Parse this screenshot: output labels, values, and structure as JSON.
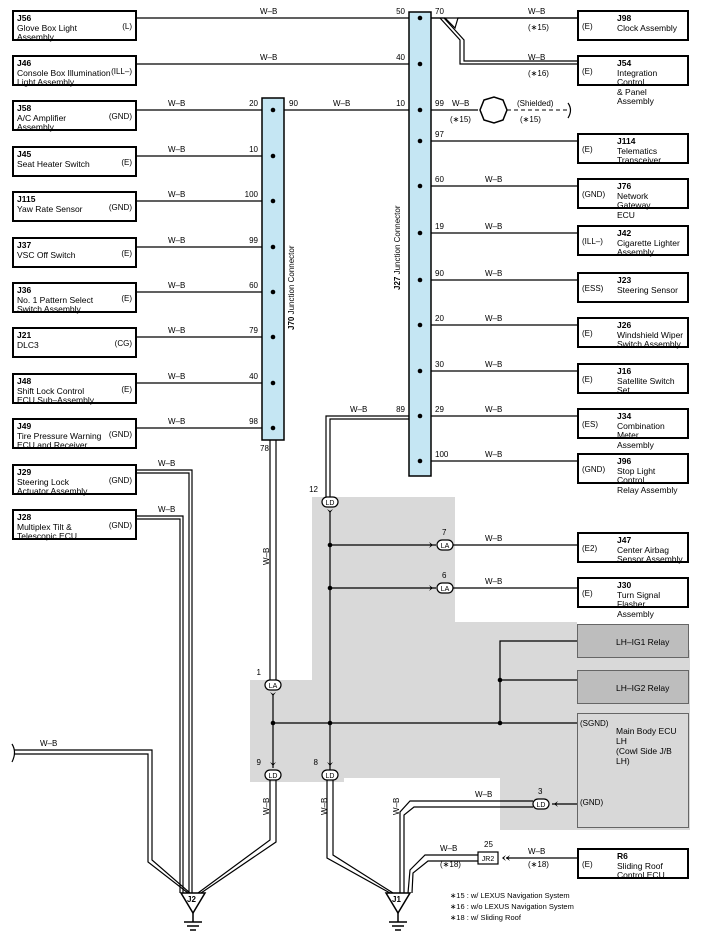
{
  "left_components": [
    {
      "id": "J56",
      "name": "Glove Box Light Assembly",
      "name_l1": "Glove Box Light",
      "name_l2": "Assembly",
      "pin": "(L)",
      "wire": "W–B"
    },
    {
      "id": "J46",
      "name_l1": "Console Box Illumination",
      "name_l2": "Light Assembly",
      "pin": "(ILL–)",
      "wire": "W–B"
    },
    {
      "id": "J58",
      "name_l1": "A/C Amplifier",
      "name_l2": "Assembly",
      "pin": "(GND)",
      "wire": "W–B"
    },
    {
      "id": "J45",
      "name_l1": "Seat Heater Switch",
      "name_l2": "",
      "pin": "(E)",
      "wire": "W–B"
    },
    {
      "id": "J115",
      "name_l1": "Yaw Rate Sensor",
      "name_l2": "",
      "pin": "(GND)",
      "wire": "W–B"
    },
    {
      "id": "J37",
      "name_l1": "VSC Off Switch",
      "name_l2": "",
      "pin": "(E)",
      "wire": "W–B"
    },
    {
      "id": "J36",
      "name_l1": "No. 1 Pattern Select",
      "name_l2": "Switch Assembly",
      "pin": "(E)",
      "wire": "W–B"
    },
    {
      "id": "J21",
      "name_l1": "DLC3",
      "name_l2": "",
      "pin": "(CG)",
      "wire": "W–B"
    },
    {
      "id": "J48",
      "name_l1": "Shift Lock Control",
      "name_l2": "ECU Sub–Assembly",
      "pin": "(E)",
      "wire": "W–B"
    },
    {
      "id": "J49",
      "name_l1": "Tire Pressure Warning",
      "name_l2": "ECU and Receiver",
      "pin": "(GND)",
      "wire": "W–B"
    },
    {
      "id": "J29",
      "name_l1": "Steering Lock",
      "name_l2": "Actuator Assembly",
      "pin": "(GND)",
      "wire": "W–B"
    },
    {
      "id": "J28",
      "name_l1": "Multiplex Tilt &",
      "name_l2": "Telescopic ECU",
      "pin": "(GND)",
      "wire": "W–B"
    }
  ],
  "right_components": [
    {
      "id": "J98",
      "name_l1": "Clock Assembly",
      "name_l2": "",
      "pin": "(E)",
      "wire": "W–B",
      "note": "(∗15)"
    },
    {
      "id": "J54",
      "name_l1": "Integration Control",
      "name_l2": "& Panel Assembly",
      "pin": "(E)",
      "wire": "W–B",
      "note": "(∗16)"
    },
    {
      "id": "J114",
      "name_l1": "Telematics",
      "name_l2": "Transceiver",
      "pin": "(E)",
      "wire": "",
      "note": ""
    },
    {
      "id": "J76",
      "name_l1": "Network Gateway",
      "name_l2": "ECU",
      "pin": "(GND)",
      "wire": "W–B",
      "note": ""
    },
    {
      "id": "J42",
      "name_l1": "Cigarette Lighter",
      "name_l2": "Assembly",
      "pin": "(ILL–)",
      "wire": "W–B",
      "note": ""
    },
    {
      "id": "J23",
      "name_l1": "Steering Sensor",
      "name_l2": "",
      "pin": "(ESS)",
      "wire": "W–B",
      "note": ""
    },
    {
      "id": "J26",
      "name_l1": "Windshield Wiper",
      "name_l2": "Switch Assembly",
      "pin": "(E)",
      "wire": "W–B",
      "note": ""
    },
    {
      "id": "J16",
      "name_l1": "Satellite Switch",
      "name_l2": "Set",
      "pin": "(E)",
      "wire": "W–B",
      "note": ""
    },
    {
      "id": "J34",
      "name_l1": "Combination Meter",
      "name_l2": "Assembly",
      "pin": "(ES)",
      "wire": "W–B",
      "note": ""
    },
    {
      "id": "J96",
      "name_l1": "Stop Light Control",
      "name_l2": "Relay Assembly",
      "pin": "(GND)",
      "wire": "W–B",
      "note": ""
    },
    {
      "id": "J47",
      "name_l1": "Center Airbag",
      "name_l2": "Sensor Assembly",
      "pin": "(E2)",
      "wire": "W–B",
      "note": ""
    },
    {
      "id": "J30",
      "name_l1": "Turn Signal",
      "name_l2": "Flasher Assembly",
      "pin": "(E)",
      "wire": "W–B",
      "note": ""
    },
    {
      "id": "R6",
      "name_l1": "Sliding Roof",
      "name_l2": "Control ECU",
      "pin": "(E)",
      "wire": "W–B",
      "note": "(∗18)"
    }
  ],
  "j70": {
    "id": "J70",
    "name": "Junction Connector",
    "pins": [
      "20",
      "10",
      "100",
      "99",
      "60",
      "79",
      "40",
      "98"
    ],
    "pin_90": "90",
    "pin_78": "78"
  },
  "j27": {
    "id": "J27",
    "name": "Junction Connector",
    "left_pins": [
      "50",
      "40",
      "10",
      "89"
    ],
    "right_pins": [
      "70",
      "99",
      "97",
      "60",
      "19",
      "90",
      "20",
      "30",
      "29",
      "100"
    ]
  },
  "shield": {
    "label": "(Shielded)",
    "wire": "W–B",
    "note_l": "(∗15)",
    "note_r": "(∗15)"
  },
  "relays": [
    "LH–IG1 Relay",
    "LH–IG2 Relay"
  ],
  "ecu": {
    "name_l1": "Main Body ECU LH",
    "name_l2": "(Cowl Side J/B LH)",
    "pin_sgnd": "(SGND)",
    "pin_gnd": "(GND)"
  },
  "connectors": {
    "ld12": "12",
    "la7": "7",
    "la6": "6",
    "la1": "1",
    "ld9": "9",
    "ld8": "8",
    "ld3": "3",
    "jr2": "25",
    "la": "LA",
    "ld": "LD",
    "jr2_label": "JR2"
  },
  "grounds": [
    "J2",
    "J1"
  ],
  "wire_label": "W–B",
  "wire_note_18": "(∗18)",
  "notes": [
    "∗15 : w/ LEXUS Navigation System",
    "∗16 : w/o LEXUS Navigation System",
    "∗18 : w/ Sliding Roof"
  ]
}
